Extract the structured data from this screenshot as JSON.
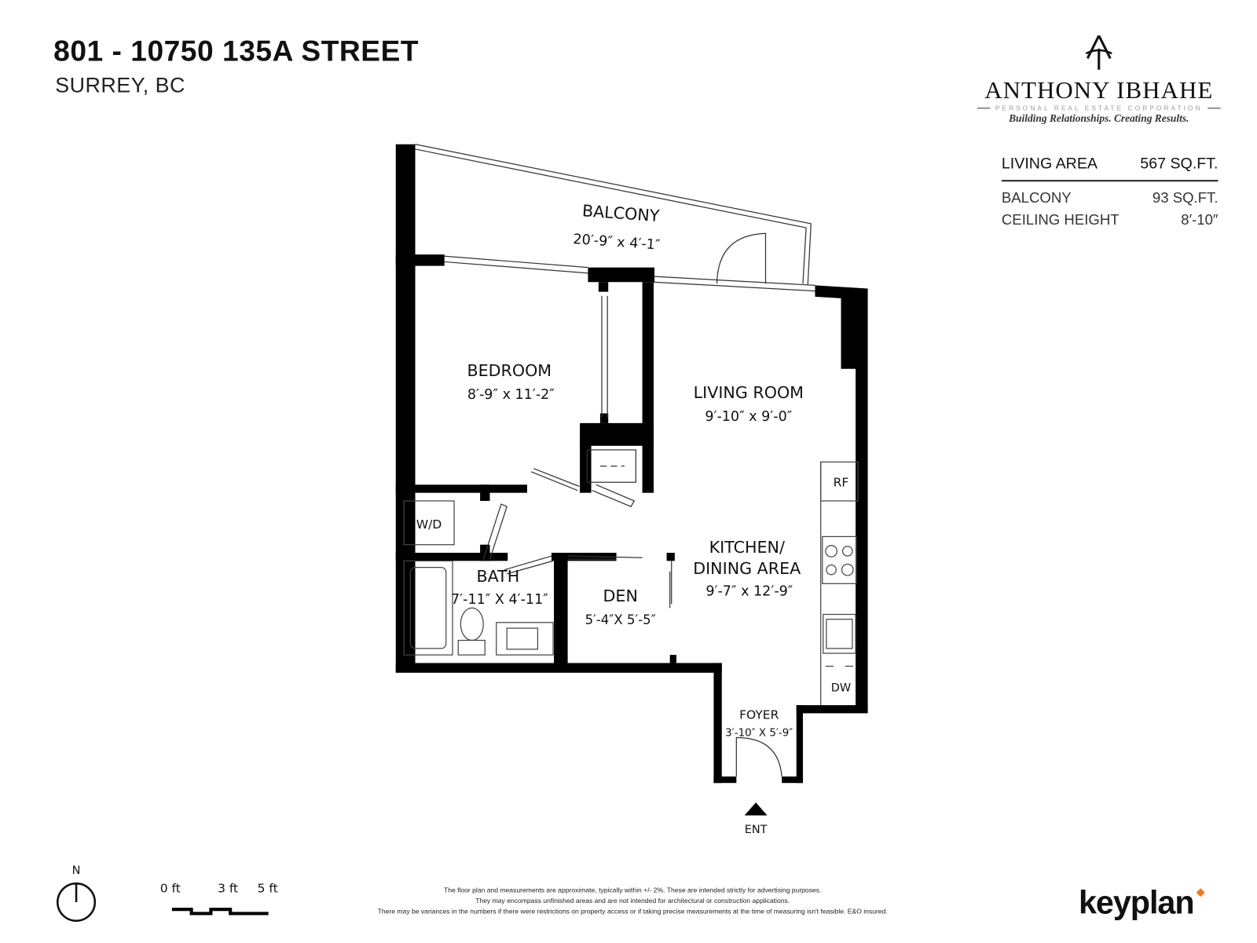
{
  "header": {
    "address": "801 - 10750 135A STREET",
    "city": "SURREY, BC"
  },
  "brand": {
    "monogram": "AI",
    "name": "ANTHONY IBHAHE",
    "corporation": "PERSONAL REAL ESTATE CORPORATION",
    "tagline": "Building Relationships. Creating Results."
  },
  "stats": {
    "living_area_label": "LIVING AREA",
    "living_area_value": "567 SQ.FT.",
    "balcony_label": "BALCONY",
    "balcony_value": "93 SQ.FT.",
    "ceiling_label": "CEILING HEIGHT",
    "ceiling_value": "8′-10″"
  },
  "rooms": {
    "balcony": {
      "name": "BALCONY",
      "dims": "20′-9″  x  4′-1″"
    },
    "bedroom": {
      "name": "BEDROOM",
      "dims": "8′-9″  x  11′-2″"
    },
    "living": {
      "name": "LIVING ROOM",
      "dims": "9′-10″  x  9′-0″"
    },
    "kitchen": {
      "name1": "KITCHEN/",
      "name2": "DINING AREA",
      "dims": "9′-7″  x  12′-9″"
    },
    "bath": {
      "name": "BATH",
      "dims": "7′-11″ X 4′-11″"
    },
    "den": {
      "name": "DEN",
      "dims": "5′-4″X 5′-5″"
    },
    "foyer": {
      "name": "FOYER",
      "dims": "3′-10″ X 5′-9″"
    }
  },
  "fixtures": {
    "wd": "W/D",
    "rf": "RF",
    "dw": "DW"
  },
  "entry": "ENT",
  "compass": "N",
  "scale": {
    "t0": "0 ft",
    "t3": "3 ft",
    "t5": "5 ft"
  },
  "disclaimer": {
    "line1": "The floor plan and measurements are approximate, typically within +/- 2%. These are intended strictly for advertising purposes.",
    "line2": "They may encompass unfinished areas and are not intended for architectural or construction applications.",
    "line3": "There may be variances in the numbers if there were restrictions on property access or if taking precise measurements at the time of measuring isn't feasible. E&O insured."
  },
  "footer_logo": "keyplan",
  "colors": {
    "wall": "#000000",
    "accent": "#f07a22"
  }
}
